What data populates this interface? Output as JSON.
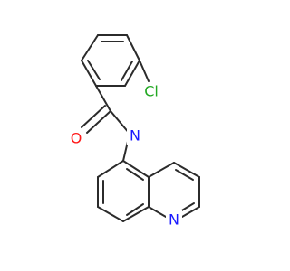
{
  "molecule": {
    "atoms": {
      "chlorine": {
        "label": "Cl",
        "color": "#22a822"
      },
      "oxygen": {
        "label": "O",
        "color": "#ff1a1a"
      },
      "amide_nitrogen": {
        "label": "N",
        "color": "#1a1aff"
      },
      "ring_nitrogen": {
        "label": "N",
        "color": "#1a1aff"
      }
    },
    "bond_color": "#2b2b2b",
    "background": "#ffffff"
  }
}
